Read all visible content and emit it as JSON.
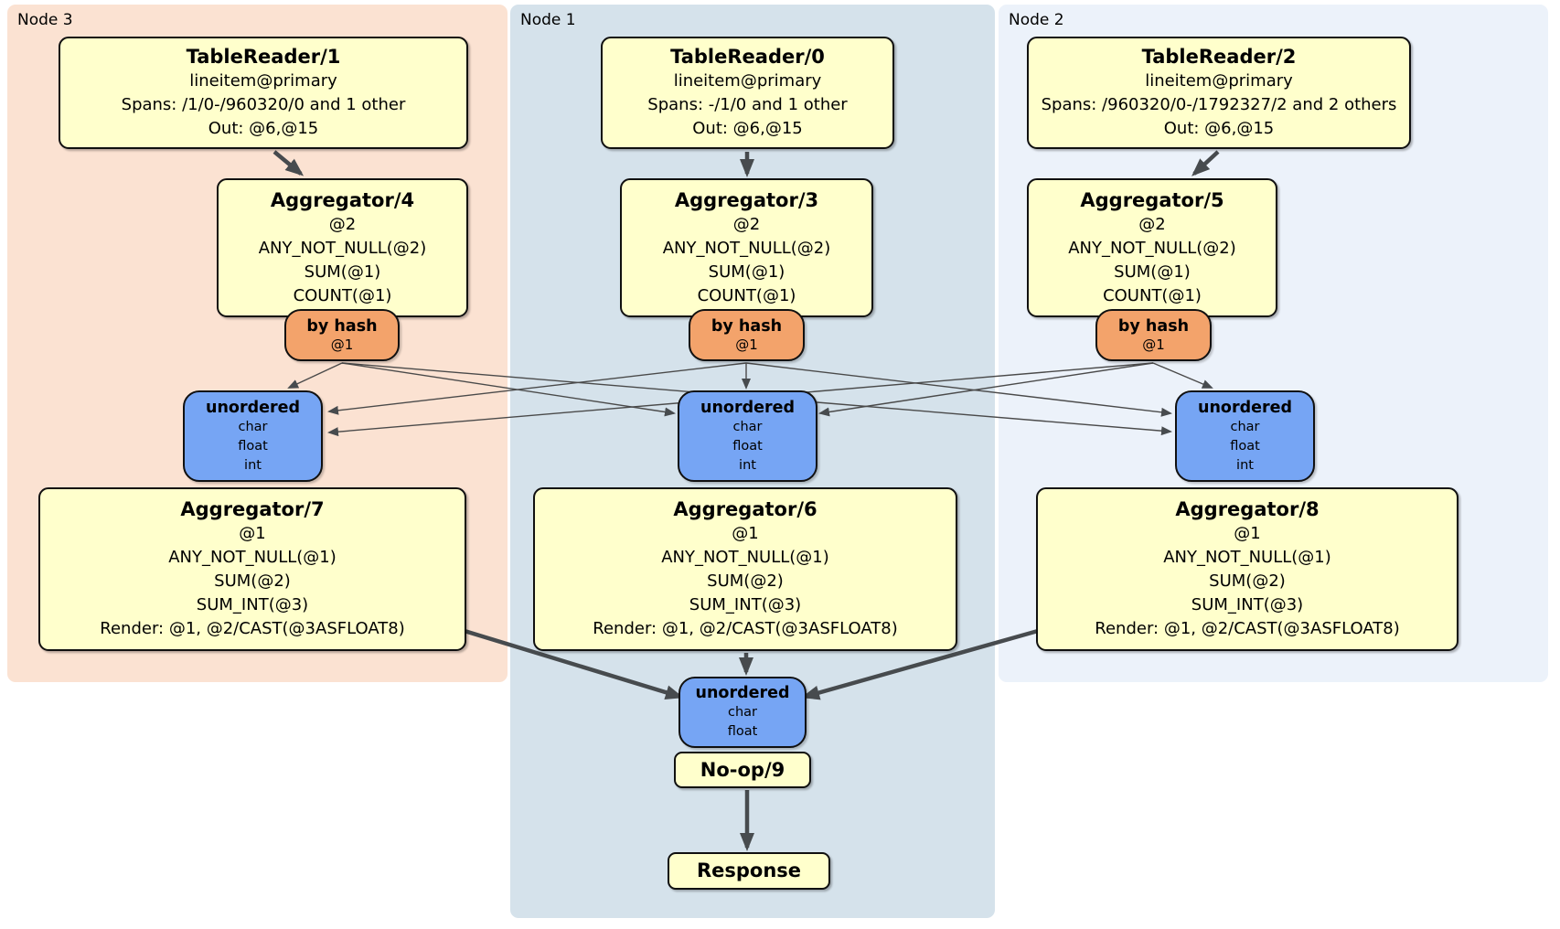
{
  "diagram": {
    "nodes": {
      "node3": {
        "label": "Node 3"
      },
      "node1": {
        "label": "Node 1"
      },
      "node2": {
        "label": "Node 2"
      }
    },
    "boxes": {
      "tr1": {
        "title": "TableReader/1",
        "lines": [
          "lineitem@primary",
          "Spans: /1/0-/960320/0 and 1 other",
          "Out: @6,@15"
        ]
      },
      "tr0": {
        "title": "TableReader/0",
        "lines": [
          "lineitem@primary",
          "Spans: -/1/0 and 1 other",
          "Out: @6,@15"
        ]
      },
      "tr2": {
        "title": "TableReader/2",
        "lines": [
          "lineitem@primary",
          "Spans: /960320/0-/1792327/2 and 2 others",
          "Out: @6,@15"
        ]
      },
      "agg4": {
        "title": "Aggregator/4",
        "lines": [
          "@2",
          "ANY_NOT_NULL(@2)",
          "SUM(@1)",
          "COUNT(@1)"
        ]
      },
      "agg3": {
        "title": "Aggregator/3",
        "lines": [
          "@2",
          "ANY_NOT_NULL(@2)",
          "SUM(@1)",
          "COUNT(@1)"
        ]
      },
      "agg5": {
        "title": "Aggregator/5",
        "lines": [
          "@2",
          "ANY_NOT_NULL(@2)",
          "SUM(@1)",
          "COUNT(@1)"
        ]
      },
      "byhash3": {
        "title": "by hash",
        "sub": "@1"
      },
      "byhash1": {
        "title": "by hash",
        "sub": "@1"
      },
      "byhash2": {
        "title": "by hash",
        "sub": "@1"
      },
      "sync3": {
        "title": "unordered",
        "lines": [
          "char",
          "float",
          "int"
        ]
      },
      "sync1": {
        "title": "unordered",
        "lines": [
          "char",
          "float",
          "int"
        ]
      },
      "sync2": {
        "title": "unordered",
        "lines": [
          "char",
          "float",
          "int"
        ]
      },
      "agg7": {
        "title": "Aggregator/7",
        "lines": [
          "@1",
          "ANY_NOT_NULL(@1)",
          "SUM(@2)",
          "SUM_INT(@3)",
          "Render: @1, @2/CAST(@3ASFLOAT8)"
        ]
      },
      "agg6": {
        "title": "Aggregator/6",
        "lines": [
          "@1",
          "ANY_NOT_NULL(@1)",
          "SUM(@2)",
          "SUM_INT(@3)",
          "Render: @1, @2/CAST(@3ASFLOAT8)"
        ]
      },
      "agg8": {
        "title": "Aggregator/8",
        "lines": [
          "@1",
          "ANY_NOT_NULL(@1)",
          "SUM(@2)",
          "SUM_INT(@3)",
          "Render: @1, @2/CAST(@3ASFLOAT8)"
        ]
      },
      "syncFinal": {
        "title": "unordered",
        "lines": [
          "char",
          "float"
        ]
      },
      "noop": {
        "title": "No-op/9"
      },
      "response": {
        "title": "Response"
      }
    },
    "colors": {
      "node3_region": "#fbe2d2",
      "node1_region": "#d5e2eb",
      "node2_region": "#ecf2fa",
      "processor_box": "#ffffcc",
      "hash_router": "#f3a36b",
      "sync_box": "#76a5f4",
      "edge": "#474b4e"
    }
  }
}
